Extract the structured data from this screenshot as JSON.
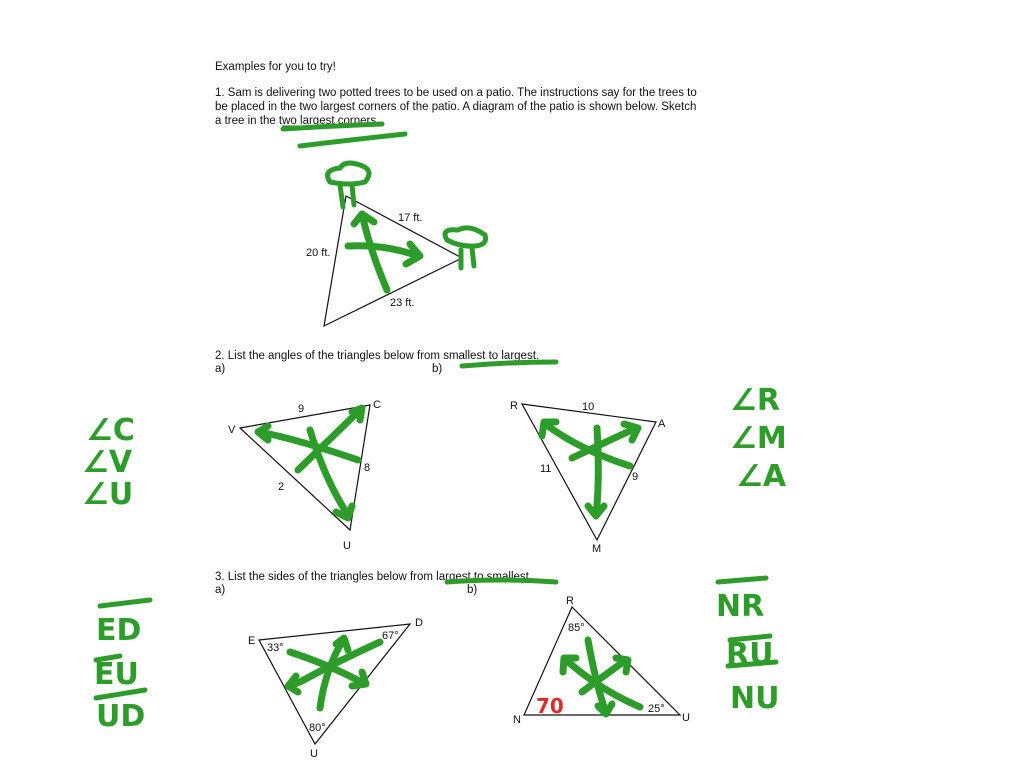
{
  "heading": "Examples for you to try!",
  "q1": {
    "lines": [
      "1. Sam is delivering two potted trees to be used on a patio.  The instructions say for the trees to",
      "be placed in the two largest corners of the patio.  A diagram of the patio is shown below.  Sketch",
      "a tree in the two largest corners."
    ],
    "sides": [
      "17 ft.",
      "20 ft.",
      "23 ft."
    ]
  },
  "q2": {
    "text": "2. List the angles of the triangles below from smallest to largest.",
    "a_label": "a)",
    "b_label": "b)",
    "a": {
      "vertices": [
        "C",
        "V",
        "U"
      ],
      "sides": [
        "9",
        "8",
        "2"
      ]
    },
    "b": {
      "vertices": [
        "R",
        "A",
        "M"
      ],
      "sides": [
        "10",
        "11",
        "9"
      ]
    },
    "answer_a": [
      "∠C",
      "∠V",
      "∠U"
    ],
    "answer_b": [
      "∠R",
      "∠M",
      "∠A"
    ]
  },
  "q3": {
    "text": "3. List the sides of the triangles below from largest to smallest.",
    "a_label": "a)",
    "b_label": "b)",
    "a": {
      "vertices": [
        "E",
        "D",
        "U"
      ],
      "angles": [
        "33°",
        "67°",
        "80°"
      ]
    },
    "b": {
      "vertices": [
        "R",
        "N",
        "U"
      ],
      "angles": [
        "85°",
        "25°"
      ],
      "handwritten_angle": "70"
    },
    "answer_a": [
      "ED",
      "EU",
      "UD"
    ],
    "answer_b": [
      "NR",
      "RU",
      "NU"
    ]
  },
  "colors": {
    "marker_green": "#2e9c2a",
    "marker_red": "#d92b2b"
  }
}
